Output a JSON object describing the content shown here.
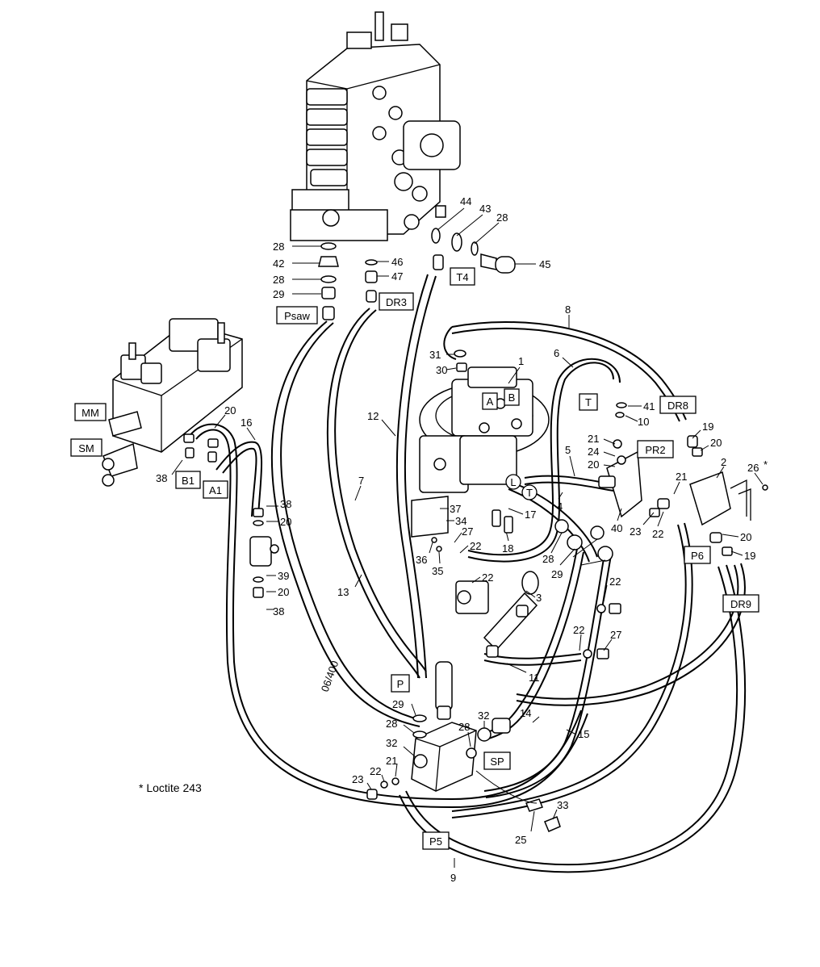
{
  "ports": {
    "psaw": "Psaw",
    "dr3": "DR3",
    "t4": "T4",
    "a": "A",
    "b": "B",
    "t": "T",
    "dr8": "DR8",
    "pr2": "PR2",
    "mm": "MM",
    "sm": "SM",
    "b1": "B1",
    "a1": "A1",
    "l": "L",
    "t_circle": "T",
    "p6": "P6",
    "dr9": "DR9",
    "p": "P",
    "sp": "SP",
    "p5": "P5"
  },
  "callouts": {
    "c28a": "28",
    "c42": "42",
    "c28b": "28",
    "c29a": "29",
    "c46": "46",
    "c47": "47",
    "c44": "44",
    "c43": "43",
    "c28c": "28",
    "c45": "45",
    "c8": "8",
    "c1": "1",
    "c31": "31",
    "c30": "30",
    "c6": "6",
    "c41": "41",
    "c10": "10",
    "c12": "12",
    "c19a": "19",
    "c20a": "20",
    "c2": "2",
    "c26": "26",
    "c21a": "21",
    "c24": "24",
    "c20b": "20",
    "c5": "5",
    "c21b": "21",
    "c23a": "23",
    "c22a": "22",
    "c40": "40",
    "c20c": "20",
    "c19b": "19",
    "c20d": "20",
    "c16": "16",
    "c38a": "38",
    "c7": "7",
    "c37": "37",
    "c34": "34",
    "c17": "17",
    "c4": "4",
    "c38b": "38",
    "c20e": "20",
    "c27a": "27",
    "c22b": "22",
    "c18": "18",
    "c36": "36",
    "c35": "35",
    "c28d": "28",
    "c29b": "29",
    "c22c": "22",
    "c22d": "22",
    "c39": "39",
    "c20f": "20",
    "c38c": "38",
    "c13": "13",
    "c3": "3",
    "c22e": "22",
    "c27b": "27",
    "c11": "11",
    "c29c": "29",
    "c28e": "28",
    "c14": "14",
    "c15": "15",
    "c32a": "32",
    "c28f": "28",
    "c32b": "32",
    "c21c": "21",
    "c22f": "22",
    "c23b": "23",
    "c33": "33",
    "c25": "25",
    "c9": "9"
  },
  "notes": {
    "loctite": "* Loctite 243",
    "drawing_ref": "06/400",
    "star": "*"
  }
}
